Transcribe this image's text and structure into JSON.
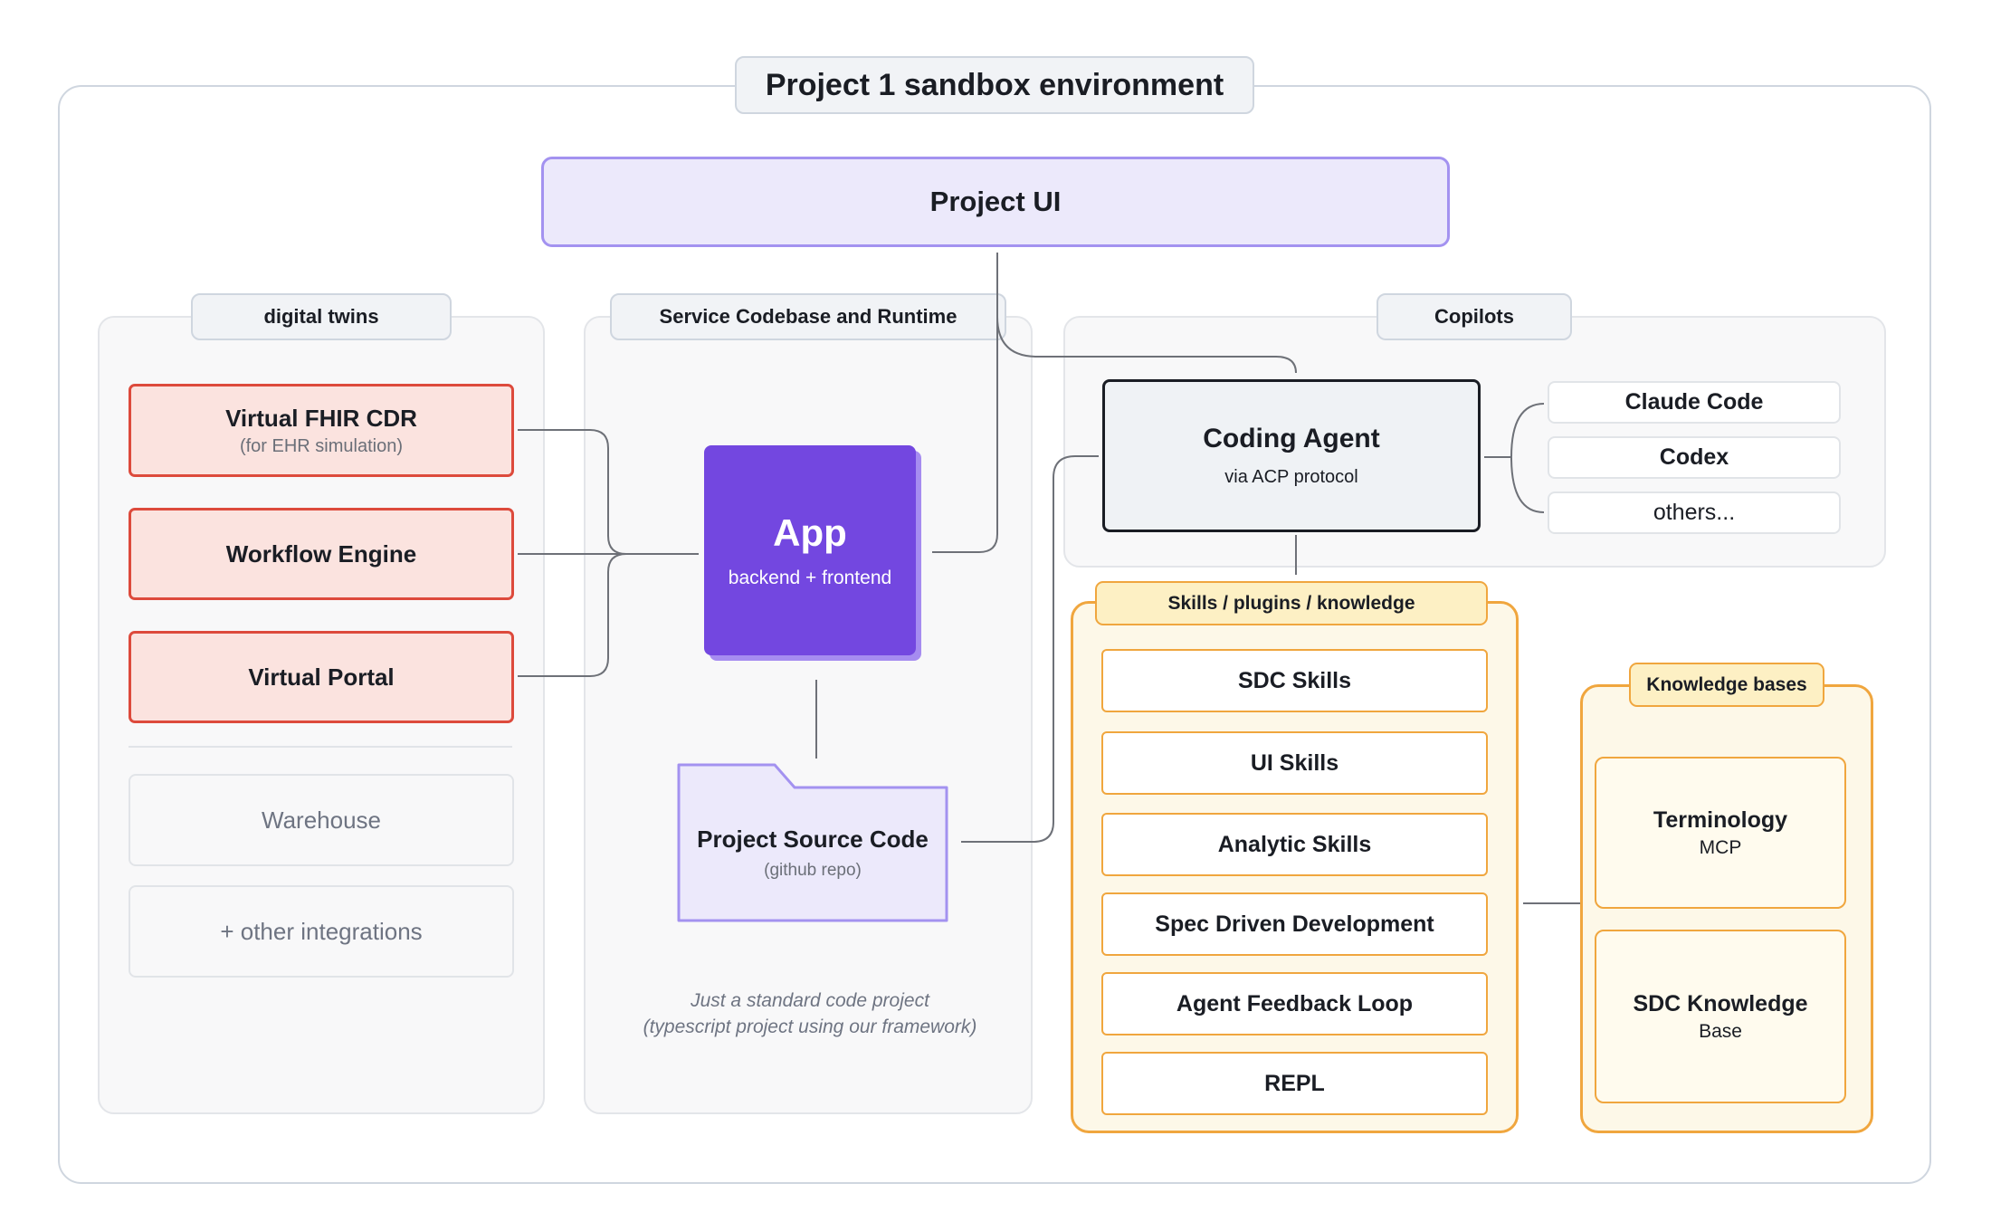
{
  "title": "Project 1 sandbox environment",
  "project_ui": "Project UI",
  "digital_twins": {
    "label": "digital twins",
    "items": [
      {
        "title": "Virtual FHIR CDR",
        "subtitle": "(for EHR simulation)"
      },
      {
        "title": "Workflow Engine"
      },
      {
        "title": "Virtual Portal"
      }
    ],
    "extras": [
      "Warehouse",
      "+ other integrations"
    ]
  },
  "service": {
    "label": "Service Codebase and Runtime",
    "app_title": "App",
    "app_subtitle": "backend + frontend",
    "source_title": "Project Source Code",
    "source_subtitle": "(github repo)",
    "note_line1": "Just a standard code project",
    "note_line2": "(typescript project using our framework)"
  },
  "copilots": {
    "label": "Copilots",
    "agent_title": "Coding Agent",
    "agent_subtitle": "via ACP protocol",
    "items": [
      "Claude Code",
      "Codex",
      "others..."
    ]
  },
  "skills": {
    "label": "Skills / plugins / knowledge",
    "items": [
      "SDC Skills",
      "UI Skills",
      "Analytic Skills",
      "Spec Driven Development",
      "Agent Feedback Loop",
      "REPL"
    ]
  },
  "knowledge_bases": {
    "label": "Knowledge bases",
    "items": [
      {
        "title": "Terminology",
        "subtitle": "MCP"
      },
      {
        "title": "SDC Knowledge",
        "subtitle": "Base"
      }
    ]
  },
  "colors": {
    "accent_purple": "#7347e0",
    "twin_red": "#dd4a3c",
    "skills_orange": "#f0a63e"
  }
}
